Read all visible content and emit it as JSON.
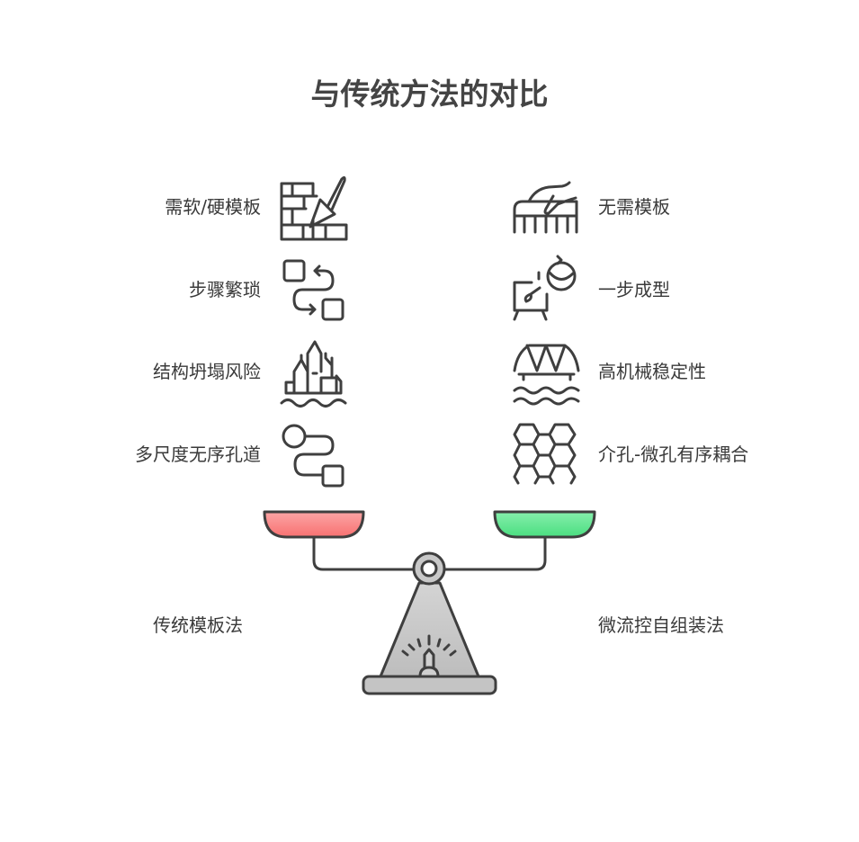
{
  "title": "与传统方法的对比",
  "left": {
    "name": "传统模板法",
    "items": [
      "需软/硬模板",
      "步骤繁琐",
      "结构坍塌风险",
      "多尺度无序孔道"
    ],
    "pan_color": "#f87171"
  },
  "right": {
    "name": "微流控自组装法",
    "items": [
      "无需模板",
      "一步成型",
      "高机械稳定性",
      "介孔-微孔有序耦合"
    ],
    "pan_color": "#4ade80"
  }
}
